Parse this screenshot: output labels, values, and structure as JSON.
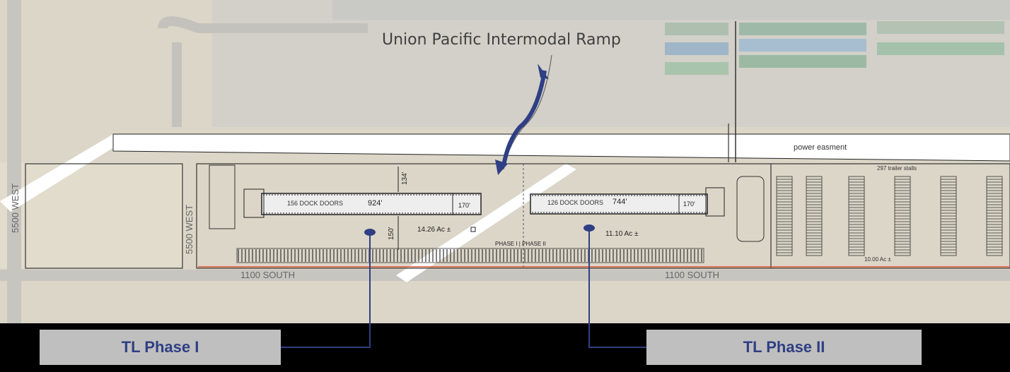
{
  "map": {
    "ramp_label": "Union Pacific Intermodal Ramp",
    "easement_label": "power easment",
    "street_west_left": "5500 WEST",
    "street_west_right": "5500 WEST",
    "street_south_left": "1100 SOUTH",
    "street_south_right": "1100 SOUTH",
    "phase1": {
      "dock_doors": "156 DOCK DOORS",
      "length": "924'",
      "depth": "134'",
      "width_small": "170'",
      "offset": "150'",
      "acreage": "14.26 Ac ±"
    },
    "phase2": {
      "dock_doors": "126 DOCK DOORS",
      "length": "744'",
      "width_small": "170'",
      "acreage": "11.10 Ac ±"
    },
    "phase_divider": "PHASE I | PHASE II",
    "trailer_stalls": "297 trailer stalls",
    "trailer_acreage": "10.00 Ac ±",
    "colors": {
      "accent_blue": "#2f3f84",
      "label_gray": "#bfbfbf"
    }
  },
  "labels": {
    "phase1": "TL Phase I",
    "phase2": "TL Phase II"
  }
}
